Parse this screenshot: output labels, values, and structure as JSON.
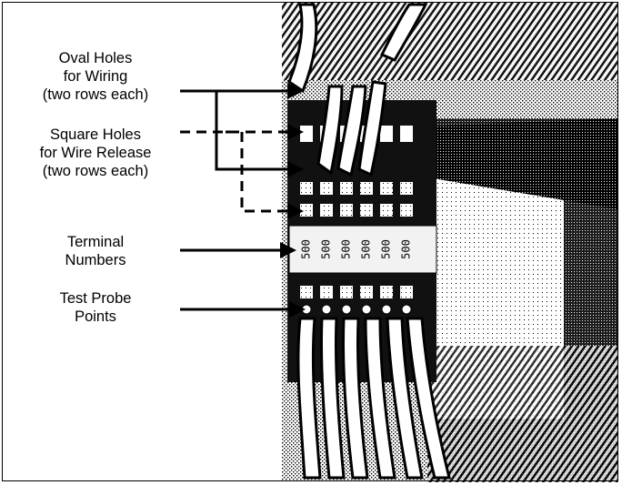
{
  "labels": {
    "oval_holes": [
      "Oval Holes",
      "for Wiring",
      "(two rows each)"
    ],
    "square_holes": [
      "Square Holes",
      "for Wire Release",
      "(two rows each)"
    ],
    "terminal_numbers": [
      "Terminal",
      "Numbers"
    ],
    "test_probe": [
      "Test Probe",
      "Points"
    ]
  },
  "terminal_numbers_printed": [
    "500",
    "500",
    "500",
    "500",
    "500",
    "500"
  ],
  "colors": {
    "ink": "#000000",
    "paper": "#ffffff",
    "label_strip": "#f2f2f2"
  }
}
